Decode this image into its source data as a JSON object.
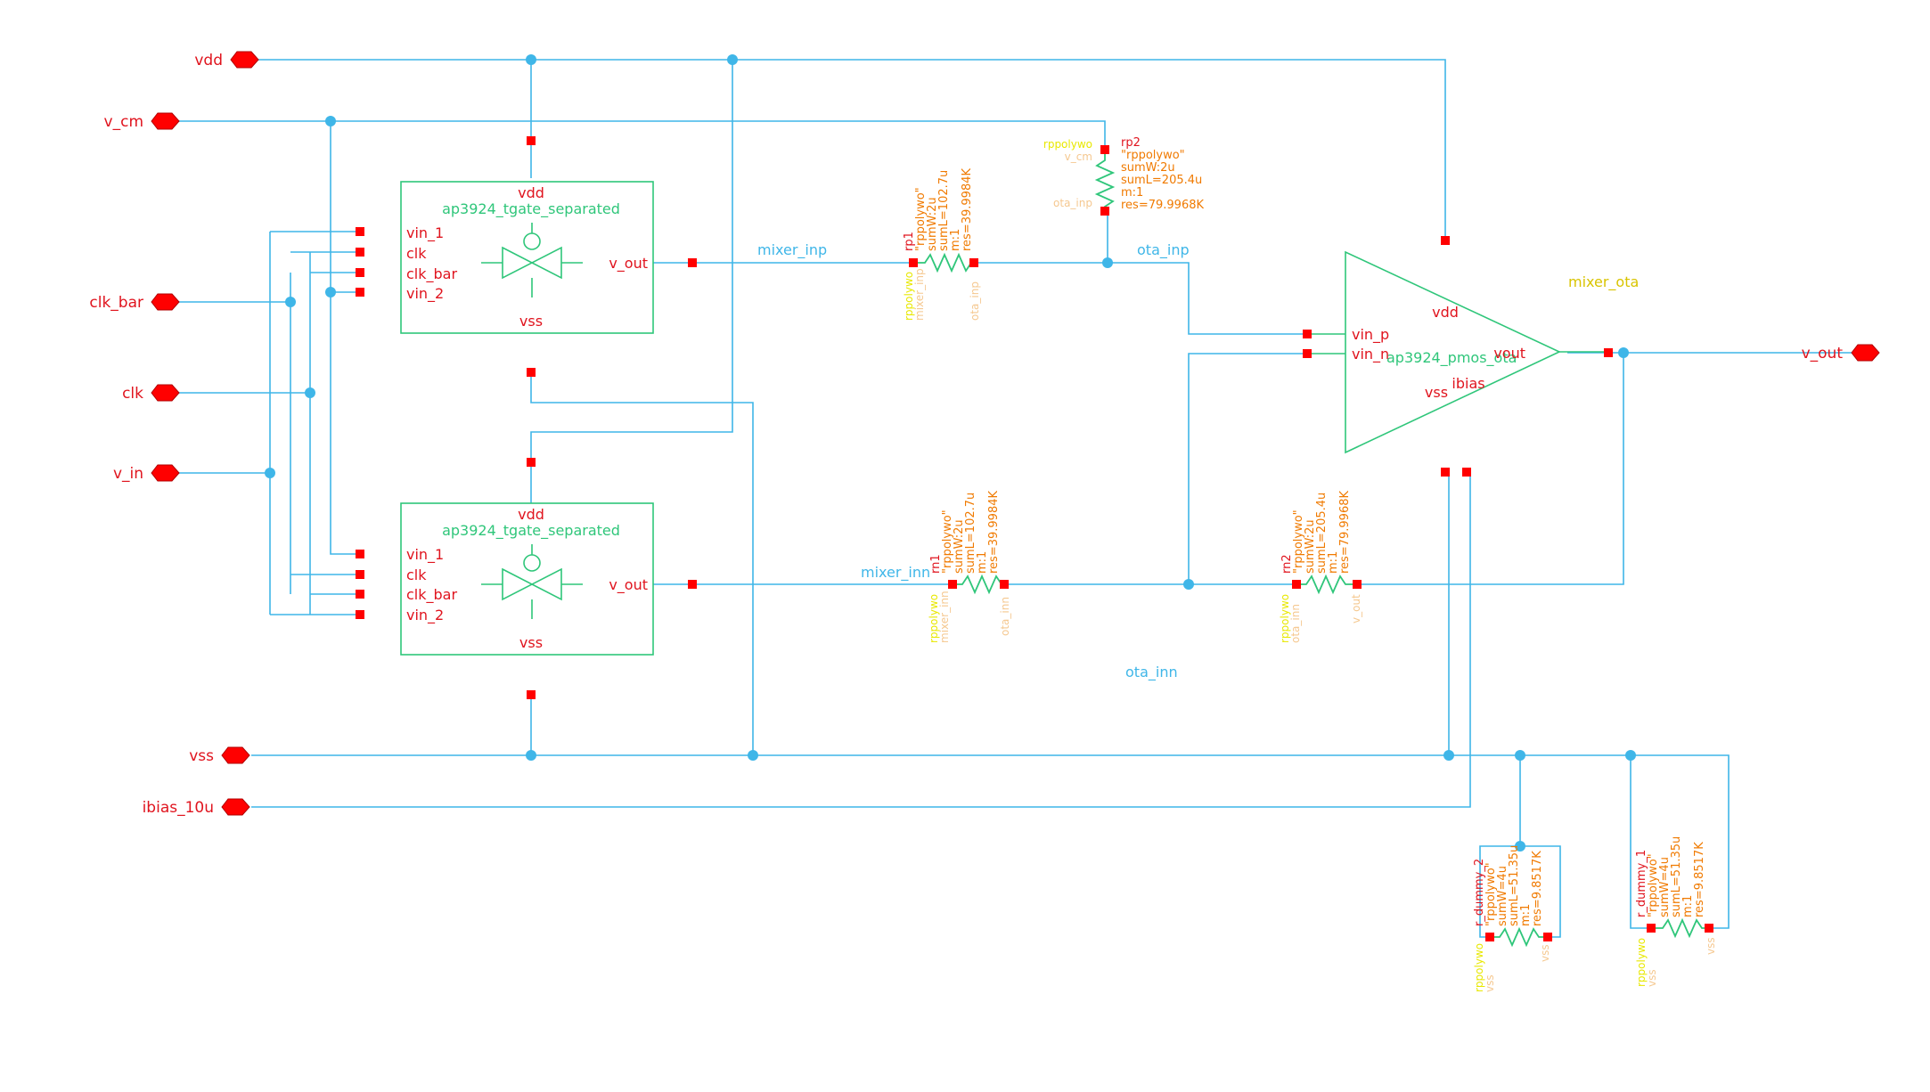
{
  "ports": {
    "vdd": "vdd",
    "v_cm": "v_cm",
    "clk_bar": "clk_bar",
    "clk": "clk",
    "v_in": "v_in",
    "vss": "vss",
    "ibias": "ibias_10u",
    "v_out": "v_out"
  },
  "tgate1": {
    "name": "ap3924_tgate_separated",
    "vdd": "vdd",
    "vss": "vss",
    "pins": [
      "vin_1",
      "clk",
      "clk_bar",
      "vin_2"
    ],
    "out": "v_out"
  },
  "tgate2": {
    "name": "ap3924_tgate_separated",
    "vdd": "vdd",
    "vss": "vss",
    "pins": [
      "vin_1",
      "clk",
      "clk_bar",
      "vin_2"
    ],
    "out": "v_out"
  },
  "ota": {
    "name": "ap3924_pmos_ota",
    "inst": "mixer_ota",
    "vdd": "vdd",
    "vin_p": "vin_p",
    "vin_n": "vin_n",
    "vout": "vout",
    "vss": "vss",
    "ibias": "ibias"
  },
  "nets": {
    "mixer_inp": "mixer_inp",
    "ota_inp": "ota_inp",
    "mixer_inn": "mixer_inn",
    "ota_inn": "ota_inn"
  },
  "rp1": {
    "name": "rp1",
    "lines": [
      "\"rppolywo\"",
      "sumW:2u",
      "sumL=102.7u",
      "m:1",
      "res=39.9984K"
    ],
    "lib": "rppolywo",
    "a": "mixer_inp",
    "b": "ota_inp"
  },
  "rp2": {
    "name": "rp2",
    "lines": [
      "\"rppolywo\"",
      "sumW:2u",
      "sumL=205.4u",
      "m:1",
      "res=79.9968K"
    ],
    "lib": "rppolywo",
    "a": "v_cm",
    "b": "ota_inp"
  },
  "rn1": {
    "name": "rn1",
    "lines": [
      "\"rppolywo\"",
      "sumW:2u",
      "sumL=102.7u",
      "m:1",
      "res=39.9984K"
    ],
    "lib": "rppolywo",
    "a": "mixer_inn",
    "b": "ota_inn"
  },
  "rn2": {
    "name": "rn2",
    "lines": [
      "\"rppolywo\"",
      "sumW:2u",
      "sumL=205.4u",
      "m:1",
      "res=79.9968K"
    ],
    "lib": "rppolywo",
    "a": "ota_inn",
    "b": "v_out"
  },
  "rd2": {
    "name": "r_dummy_2",
    "lines": [
      "\"rppolywo\"",
      "sumW=4u",
      "sumL=51.35u",
      "m:1",
      "res=9.8517K"
    ],
    "lib": "rppolywo",
    "a": "vss",
    "b": "vss"
  },
  "rd1": {
    "name": "r_dummy_1",
    "lines": [
      "\"rppolywo\"",
      "sumW=4u",
      "sumL=51.35u",
      "m:1",
      "res=9.8517K"
    ],
    "lib": "rppolywo",
    "a": "vss",
    "b": "vss"
  }
}
